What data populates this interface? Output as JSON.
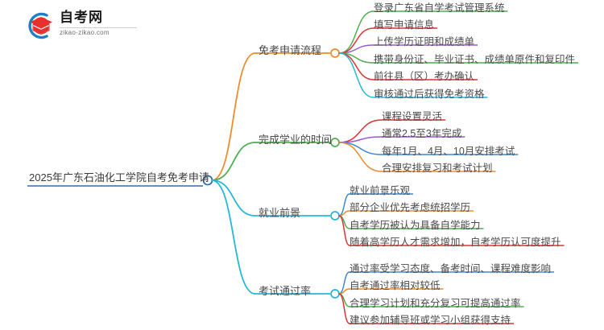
{
  "brand": {
    "name": "自考网",
    "domain": "zikao-zikao.com",
    "logo_icon": "graduation-cap-icon",
    "arc_color": "#1e7fc6",
    "cap_color": "#e8312f"
  },
  "mindmap": {
    "root": {
      "label": "2025年广东石油化工学院自考免考申请",
      "color": "#2f6fae"
    },
    "branches": [
      {
        "label": "免考申请流程",
        "color": "#ef8b2c",
        "leaves": [
          {
            "label": "登录广东省自学考试管理系统",
            "color": "#4caf50"
          },
          {
            "label": "填写申请信息",
            "color": "#e03131"
          },
          {
            "label": "上传学历证明和成绩单",
            "color": "#9b59d0"
          },
          {
            "label": "携带身份证、毕业证书、成绩单原件和复印件",
            "color": "#4caf50"
          },
          {
            "label": "前往县（区）考办确认",
            "color": "#e03131"
          },
          {
            "label": "审核通过后获得免考资格",
            "color": "#24b8d8"
          }
        ]
      },
      {
        "label": "完成学业的时间",
        "color": "#4caf50",
        "leaves": [
          {
            "label": "课程设置灵活",
            "color": "#e03131"
          },
          {
            "label": "通常2.5至3年完成",
            "color": "#9b59d0"
          },
          {
            "label": "每年1月、4月、10月安排考试",
            "color": "#3a87d8"
          },
          {
            "label": "合理安排复习和考试计划",
            "color": "#ef8b2c"
          }
        ]
      },
      {
        "label": "就业前景",
        "color": "#24b8d8",
        "leaves": [
          {
            "label": "就业前景乐观",
            "color": "#3a87d8"
          },
          {
            "label": "部分企业优先考虑统招学历",
            "color": "#ef8b2c"
          },
          {
            "label": "自考学历被认为具备自学能力",
            "color": "#4caf50"
          },
          {
            "label": "随着高学历人才需求增加，自考学历认可度提升",
            "color": "#e03131"
          }
        ]
      },
      {
        "label": "考试通过率",
        "color": "#24b8d8",
        "leaves": [
          {
            "label": "通过率受学习态度、备考时间、课程难度影响",
            "color": "#3a87d8"
          },
          {
            "label": "自考通过率相对较低",
            "color": "#ef8b2c"
          },
          {
            "label": "合理学习计划和充分复习可提高通过率",
            "color": "#4caf50"
          },
          {
            "label": "建议参加辅导班或学习小组获得支持",
            "color": "#e03131"
          }
        ]
      }
    ]
  }
}
